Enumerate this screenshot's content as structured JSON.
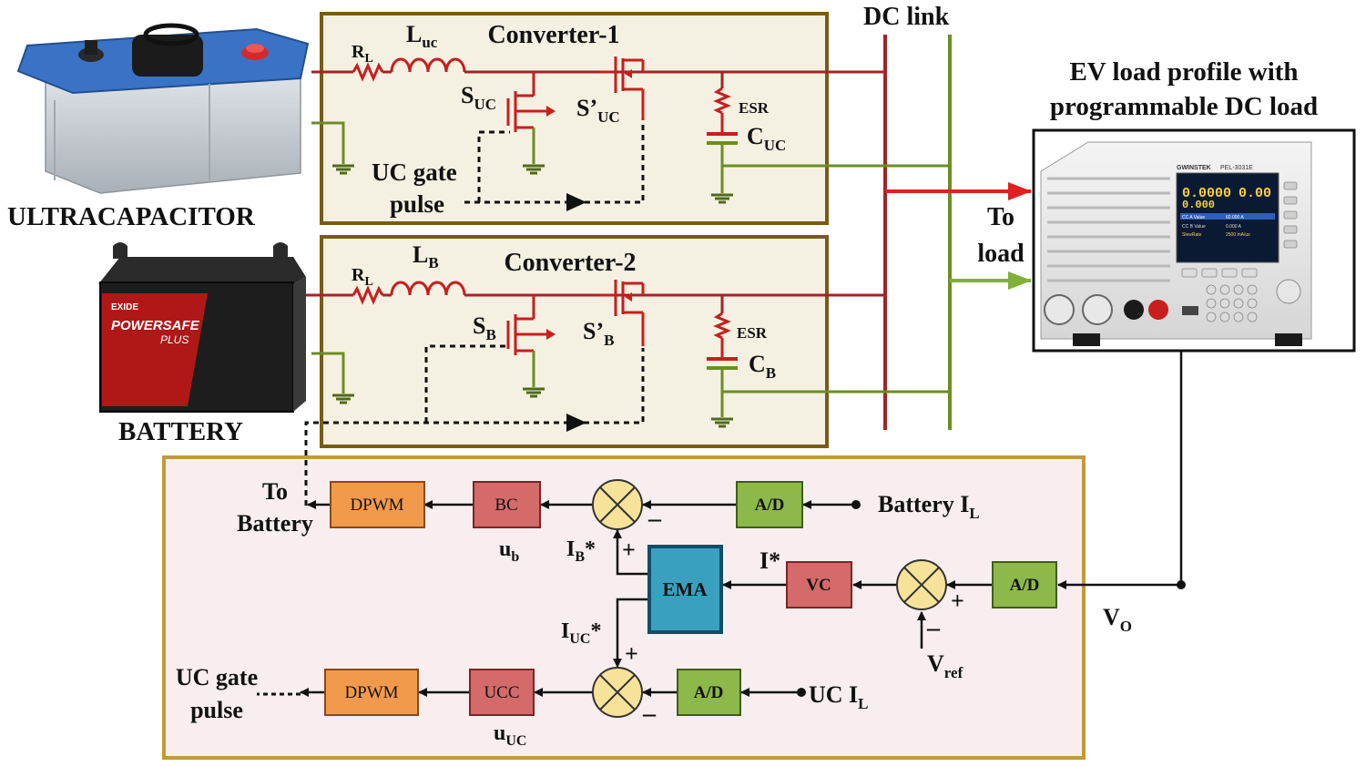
{
  "labels": {
    "ultracapacitor": "ULTRACAPACITOR",
    "battery": "BATTERY",
    "dc_link": "DC link",
    "load_title_1": "EV load profile with",
    "load_title_2": "programmable DC load",
    "to_load_1": "To",
    "to_load_2": "load",
    "conv1": "Converter-1",
    "conv2": "Converter-2",
    "uc_gate_1": "UC gate",
    "uc_gate_2": "pulse",
    "esr": "ESR",
    "to_battery_1": "To",
    "to_battery_2": "Battery",
    "battery_il": "Battery I",
    "battery_il_sub": "L",
    "uc_il": "UC I",
    "uc_il_sub": "L",
    "vo": "V",
    "vo_sub": "O",
    "vref": "V",
    "vref_sub": "ref",
    "ib_star": "I",
    "ib_star_sub": "B",
    "iuc_star": "I",
    "iuc_star_sub": "UC",
    "i_star": "I*",
    "star": "*",
    "ub": "u",
    "ub_sub": "b",
    "uuc": "u",
    "uuc_sub": "UC",
    "plus": "+",
    "minus": "–",
    "rl": "R",
    "rl_sub": "L",
    "luc": "L",
    "luc_sub": "uc",
    "lb": "L",
    "lb_sub": "B",
    "suc": "S",
    "suc_sub": "UC",
    "suc_prime": "S’",
    "suc_prime_sub": "UC",
    "sb": "S",
    "sb_sub": "B",
    "sb_prime": "S’",
    "sb_prime_sub": "B",
    "cuc": "C",
    "cuc_sub": "UC",
    "cb": "C",
    "cb_sub": "B"
  },
  "blocks": {
    "dpwm": "DPWM",
    "bc": "BC",
    "ad": "A/D",
    "ema": "EMA",
    "vc": "VC",
    "ucc": "UCC"
  },
  "device_text": {
    "battery_brand": "EXIDE",
    "battery_name": "POWERSAFE",
    "battery_plus": "PLUS",
    "load_model": "PEL-3031E",
    "load_maker": "GWINSTEK",
    "display_v": "0.0000",
    "display_w": "0.00",
    "display_a": "0.000",
    "display_cc_a": "CC A Value",
    "display_cc_a_val": "60.000 A",
    "display_cc_b": "CC B Value",
    "display_cc_b_val": "0.000 A",
    "display_slew": "SlewRate",
    "display_slew_val": "2500 mA/us"
  },
  "colors": {
    "power_line": "#b22222",
    "green_line": "#6b8e23",
    "conv_fill": "#f5f1e2",
    "conv_border": "#7a5a14",
    "ctrl_fill": "#f8eef0",
    "ctrl_border": "#c19a3c",
    "dpwm": "#f29a4c",
    "bc": "#d46a6a",
    "ad": "#8db84a",
    "ema": "#3aa0bf",
    "summer": "#f7e29a"
  }
}
